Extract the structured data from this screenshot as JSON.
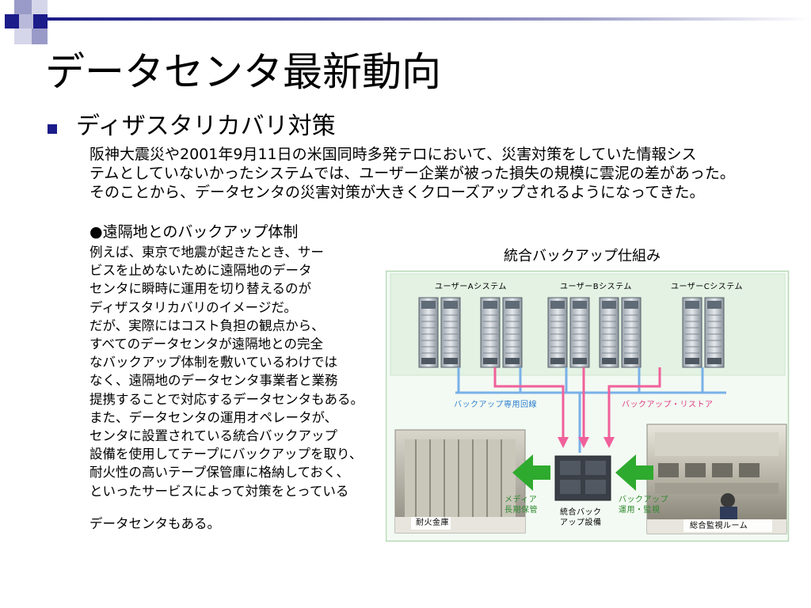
{
  "slide": {
    "title": "データセンタ最新動向",
    "bullet_heading": "ディザスタリカバリ対策",
    "intro_lines": [
      "阪神大震災や2001年9月11日の米国同時多発テロにおいて、災害対策をしていた情報シス",
      "テムとしていないかったシステムでは、ユーザー企業が被った損失の規模に雲泥の差があった。",
      "そのことから、データセンタの災害対策が大きくクローズアップされるようになってきた。"
    ],
    "sub_heading": "●遠隔地とのバックアップ体制",
    "body_lines": [
      "例えば、東京で地震が起きたとき、サー",
      "ビスを止めないために遠隔地のデータ",
      "センタに瞬時に運用を切り替えるのが",
      "ディザスタリカバリのイメージだ。",
      "だが、実際にはコスト負担の観点から、",
      "すべてのデータセンタが遠隔地との完全",
      "なバックアップ体制を敷いているわけでは",
      "なく、遠隔地のデータセンタ事業者と業務",
      "提携することで対応するデータセンタもある。",
      "また、データセンタの運用オペレータが、",
      "センタに設置されている統合バックアップ",
      "設備を使用してテープにバックアップを取り、",
      "耐火性の高いテープ保管庫に格納しておく、",
      "といったサービスによって対策をとっている"
    ],
    "body_last_line": "データセンタもある。"
  },
  "diagram": {
    "title": "統合バックアップ仕組み",
    "system_a": "ユーザーAシステム",
    "system_b": "ユーザーBシステム",
    "system_c": "ユーザーCシステム",
    "backup_line": "バックアップ専用回線",
    "backup_restore": "バックアップ・リストア",
    "media_storage_1": "メディア",
    "media_storage_2": "長期保管",
    "integrated_backup_1": "統合バック",
    "integrated_backup_2": "アップ設備",
    "backup_ops_1": "バックアップ",
    "backup_ops_2": "運用・監視",
    "fireproof_vault": "耐火金庫",
    "monitor_room": "総合監視ルーム"
  },
  "colors": {
    "accent_navy": "#1c1c8a",
    "blue_line": "#7ab0e8",
    "pink_line": "#f0609a",
    "green_arrow": "#2eaa2e",
    "panel_green": "#eaf6ea"
  }
}
